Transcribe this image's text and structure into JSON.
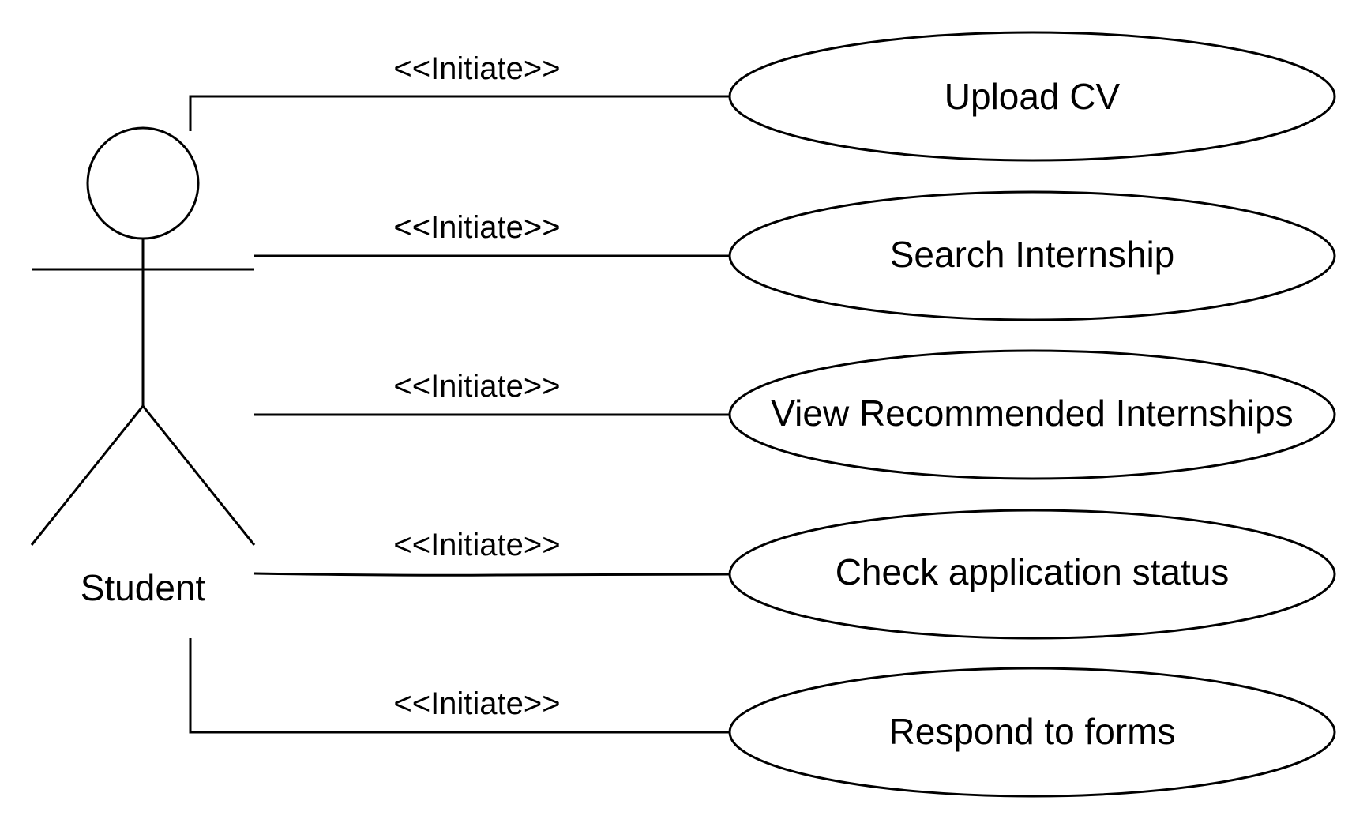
{
  "actor": {
    "name": "Student"
  },
  "use_cases": [
    {
      "label": "Upload CV",
      "stereotype": "<<Initiate>>"
    },
    {
      "label": "Search Internship",
      "stereotype": "<<Initiate>>"
    },
    {
      "label": "View Recommended Internships",
      "stereotype": "<<Initiate>>"
    },
    {
      "label": "Check application status",
      "stereotype": "<<Initiate>>"
    },
    {
      "label": "Respond to forms",
      "stereotype": "<<Initiate>>"
    }
  ]
}
